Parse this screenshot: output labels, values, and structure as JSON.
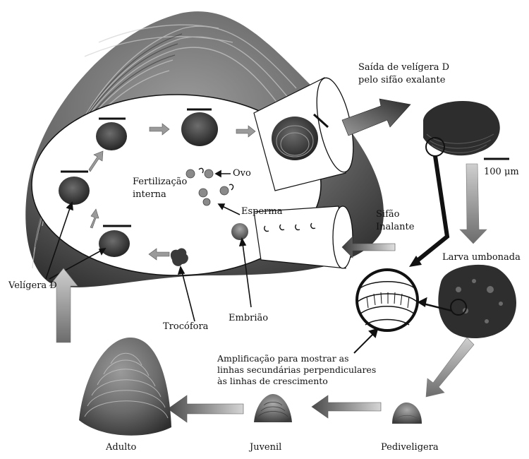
{
  "labels": {
    "release": [
      "Saída de velígera D",
      "pelo sifão exalante"
    ],
    "scale": "100 μm",
    "fertilization": [
      "Fertilização",
      "interna"
    ],
    "egg": "Ovo",
    "sperm": "Esperma",
    "inhalant": [
      "Sifão",
      "Inalante"
    ],
    "umbonate": "Larva umbonada",
    "veliger_d": "Velígera D",
    "trochophore": "Trocófora",
    "embryo": "Embrião",
    "zoom": [
      "Amplificação para mostrar as",
      "linhas secundárias perpendiculares",
      "às linhas de crescimento"
    ],
    "adult": "Adulto",
    "juvenile": "Juvenil",
    "pediveliger": "Pediveligera"
  },
  "colors": {
    "shell_dark": "#3a3a3a",
    "shell_mid": "#7a7a7a",
    "shell_light": "#bdbdbd",
    "arrow_gray": "#8a8a8a",
    "outline": "#111111"
  }
}
